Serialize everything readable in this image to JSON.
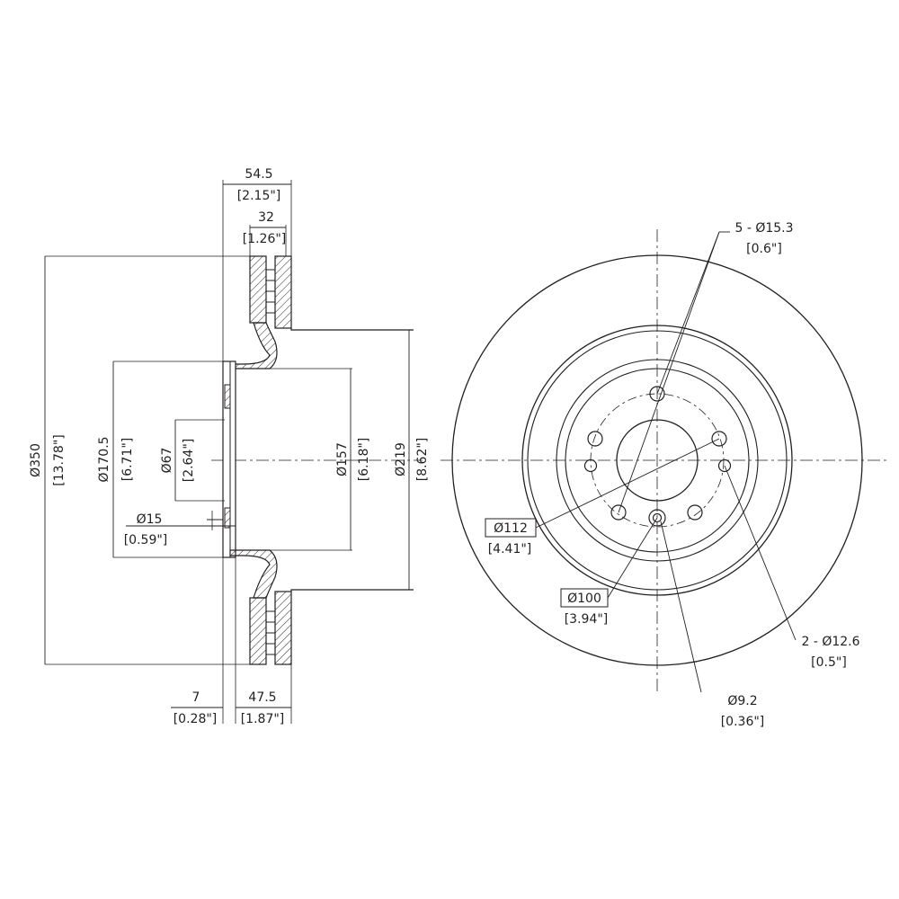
{
  "side_view": {
    "overall_width": {
      "mm": "54.5",
      "in": "[2.15\"]"
    },
    "hat_width": {
      "mm": "32",
      "in": "[1.26\"]"
    },
    "rotor_diameter": {
      "mm": "Ø350",
      "in": "[13.78\"]"
    },
    "hat_diameter": {
      "mm": "Ø170.5",
      "in": "[6.71\"]"
    },
    "center_bore": {
      "mm": "Ø67",
      "in": "[2.64\"]"
    },
    "locating_hole": {
      "mm": "Ø15",
      "in": "[0.59\"]"
    },
    "inner_diameter": {
      "mm": "Ø157",
      "in": "[6.18\"]"
    },
    "friction_inner_diameter": {
      "mm": "Ø219",
      "in": "[8.62\"]"
    },
    "hat_thickness": {
      "mm": "7",
      "in": "[0.28\"]"
    },
    "hat_offset": {
      "mm": "47.5",
      "in": "[1.87\"]"
    }
  },
  "front_view": {
    "bolt_holes": {
      "mm": "5 - Ø15.3",
      "in": "[0.6\"]"
    },
    "bolt_circle": {
      "mm": "Ø112",
      "in": "[4.41\"]"
    },
    "inner_circle": {
      "mm": "Ø100",
      "in": "[3.94\"]"
    },
    "pin_holes": {
      "mm": "2 - Ø12.6",
      "in": "[0.5\"]"
    },
    "small_hole": {
      "mm": "Ø9.2",
      "in": "[0.36\"]"
    }
  }
}
